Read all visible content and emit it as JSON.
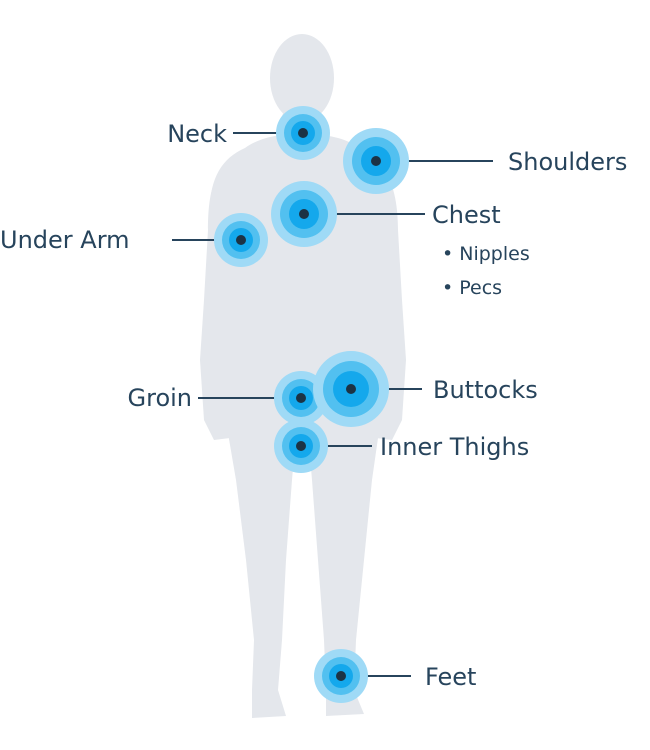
{
  "colors": {
    "silhouette": "#e4e7ec",
    "ring_outer": "#9fdaf6",
    "ring_mid": "#52c0f0",
    "ring_core": "#14a8ec",
    "dot": "#1c3345",
    "text": "#27445c"
  },
  "labels": {
    "neck": "Neck",
    "shoulders": "Shoulders",
    "chest": "Chest",
    "under_arm": "Under Arm",
    "groin": "Groin",
    "buttocks": "Buttocks",
    "inner_thighs": "Inner Thighs",
    "feet": "Feet"
  },
  "chest_subitems": [
    "• Nipples",
    "• Pecs"
  ]
}
